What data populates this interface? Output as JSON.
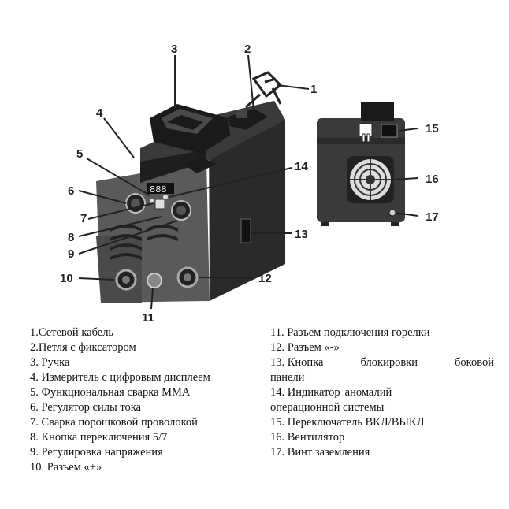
{
  "callouts": [
    "1",
    "2",
    "3",
    "4",
    "5",
    "6",
    "7",
    "8",
    "9",
    "10",
    "11",
    "12",
    "13",
    "14",
    "15",
    "16",
    "17"
  ],
  "legend_left": [
    "1.Сетевой кабель",
    "2.Петля с фиксатором",
    "3. Ручка",
    "4. Измеритель с цифровым дисплеем",
    "5. Функциональная сварка ММА",
    "6. Регулятор силы тока",
    "7. Сварка порошковой проволокой",
    "8. Кнопка переключения 5/7",
    "9. Регулировка напряжения",
    "10. Разъем «+»"
  ],
  "legend_right": {
    "item11": "11. Разъем подключения горелки",
    "item12": "12. Разъем «-»",
    "item13_words": [
      "13. Кнопка",
      "блокировки",
      "боковой"
    ],
    "item13_cont": "панели",
    "item14_words": [
      "14. Индикатор",
      "аномалий"
    ],
    "item14_cont": "операционной системы",
    "item15": "15. Переключатель ВКЛ/ВЫКЛ",
    "item16": "16.  Вентилятор",
    "item17": "17. Винт заземления"
  }
}
